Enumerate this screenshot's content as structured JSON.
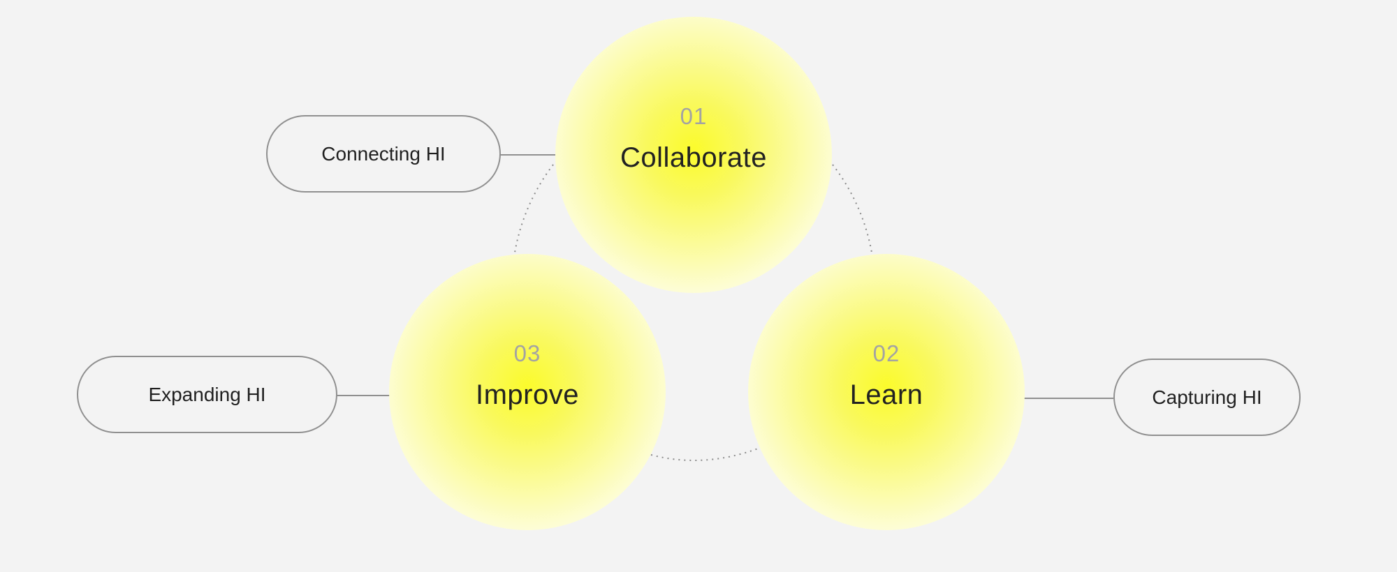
{
  "stages": [
    {
      "number": "01",
      "title": "Collaborate"
    },
    {
      "number": "02",
      "title": "Learn"
    },
    {
      "number": "03",
      "title": "Improve"
    }
  ],
  "labels": [
    "Connecting HI",
    "Capturing HI",
    "Expanding HI"
  ],
  "colors": {
    "background": "#f3f3f3",
    "circle_core": "#fbfb2c",
    "connector": "#8f8f8f",
    "number": "#a3a3a3",
    "title": "#222222"
  }
}
